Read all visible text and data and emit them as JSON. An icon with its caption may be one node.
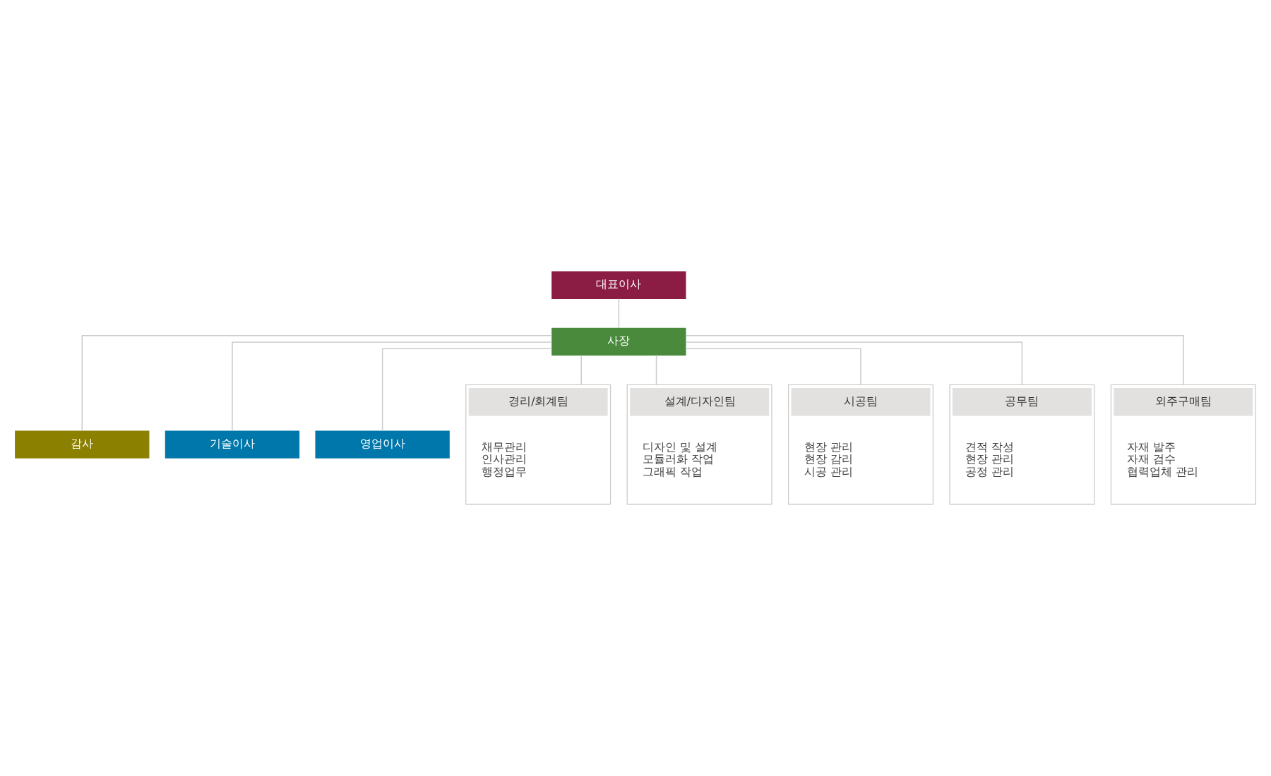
{
  "diagram": {
    "nodes": [
      {
        "text": [
          "대표이사"
        ]
      },
      {
        "text": [
          "사장"
        ]
      },
      {
        "text": [
          "감사"
        ]
      },
      {
        "text": [
          "기술이사"
        ]
      },
      {
        "text": [
          "영업이사"
        ]
      },
      {
        "text": [
          "경리/회계팀",
          "채무관리",
          "인사관리",
          "행정업무"
        ]
      },
      {
        "text": [
          "설계/디자인팀",
          "디자인 및 설계",
          "모듈러화 작업",
          "그래픽 작업"
        ]
      },
      {
        "text": [
          "시공팀",
          "현장 관리",
          "현장 감리",
          "시공 관리"
        ]
      },
      {
        "text": [
          "공무팀",
          "견적 작성",
          "현장 관리",
          "공정 관리"
        ]
      },
      {
        "text": [
          "외주구매팀",
          "자재 발주",
          "자재 검수",
          "협력업체 관리"
        ]
      }
    ],
    "edges": [
      {
        "from": 0,
        "to": 1,
        "arrow": "none"
      },
      {
        "from": 1,
        "to": 2,
        "arrow": "none"
      },
      {
        "from": 1,
        "to": 3,
        "arrow": "none"
      },
      {
        "from": 1,
        "to": 4,
        "arrow": "none"
      },
      {
        "from": 1,
        "to": 5,
        "arrow": "none"
      },
      {
        "from": 1,
        "to": 6,
        "arrow": "none"
      },
      {
        "from": 1,
        "to": 7,
        "arrow": "none"
      },
      {
        "from": 1,
        "to": 8,
        "arrow": "none"
      },
      {
        "from": 1,
        "to": 9,
        "arrow": "none"
      }
    ]
  }
}
